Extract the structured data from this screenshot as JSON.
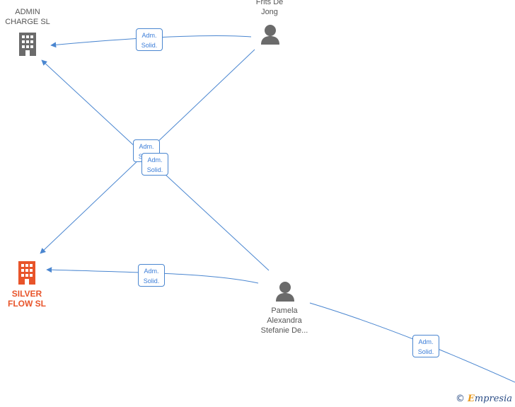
{
  "nodes": {
    "admin_charge": {
      "label": "ADMIN\nCHARGE  SL",
      "color": "#6b6b6b"
    },
    "silver_flow": {
      "label": "SILVER\nFLOW  SL",
      "color": "#e8542a"
    },
    "frits": {
      "label": "Frits De\nJong",
      "color": "#6b6b6b"
    },
    "pamela": {
      "label": "Pamela\nAlexandra\nStefanie De...",
      "color": "#6b6b6b"
    }
  },
  "edge_label": {
    "line1": "Adm.",
    "line2": "Solid."
  },
  "edge_color": "#4a86d0",
  "watermark": {
    "symbol": "©",
    "brand_initial": "E",
    "brand_rest": "mpresia"
  }
}
